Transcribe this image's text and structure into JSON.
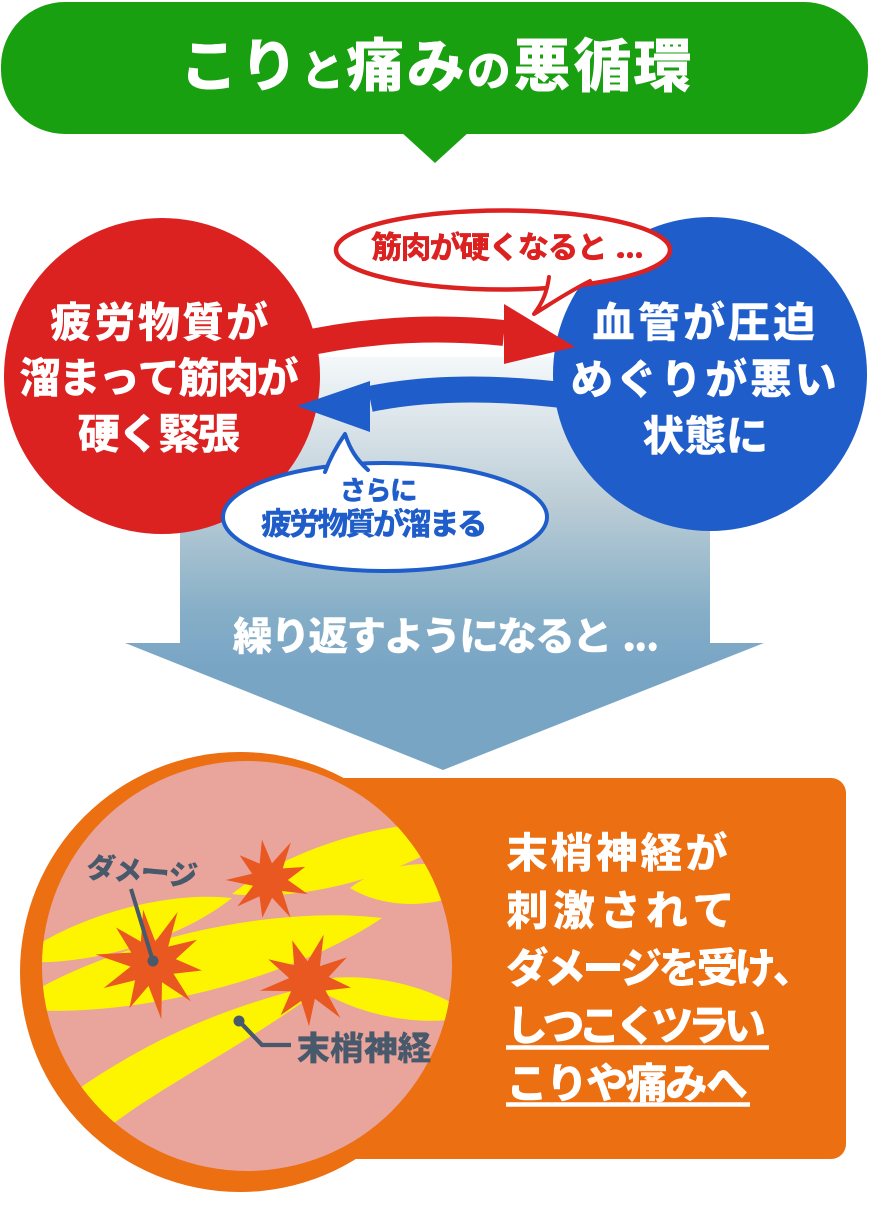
{
  "title": {
    "text": "こりと痛みの悪循環"
  },
  "colors": {
    "banner_green": "#19a011",
    "cycle_red": "#dc2121",
    "cycle_blue": "#1e5dca",
    "panel_orange": "#ec6f12",
    "muscle_pink": "#e9a49c",
    "fiber_yellow": "#fdf500",
    "starburst_orange": "#ea5822",
    "label_slate": "#47596a",
    "text_white": "#ffffff",
    "flow_gradient_top": "#f4f8fa",
    "flow_gradient_mid": "#bccdd6",
    "flow_gradient_low": "#85aec7",
    "flow_gradient_bottom": "#79a5c5"
  },
  "cycle": {
    "fatigue_circle": {
      "lines": [
        "疲労物質が",
        "溜まって筋肉が",
        "硬く緊張"
      ]
    },
    "bloodflow_circle": {
      "lines": [
        "血管が圧迫",
        "めぐりが悪い",
        "状態に"
      ]
    },
    "top_bubble": {
      "text": "筋肉が硬くなると ..."
    },
    "bottom_bubble": {
      "lines": [
        "さらに",
        "疲労物質が溜まる"
      ]
    }
  },
  "transition": {
    "text": "繰り返すようになると ..."
  },
  "result": {
    "labels": {
      "damage": "ダメージ",
      "nerve": "末梢神経"
    },
    "lines": [
      "末梢神経が",
      "刺激されて",
      "ダメージを受け、",
      "しつこくツラい",
      "こりや痛みへ"
    ],
    "underline_start_line": 4
  }
}
